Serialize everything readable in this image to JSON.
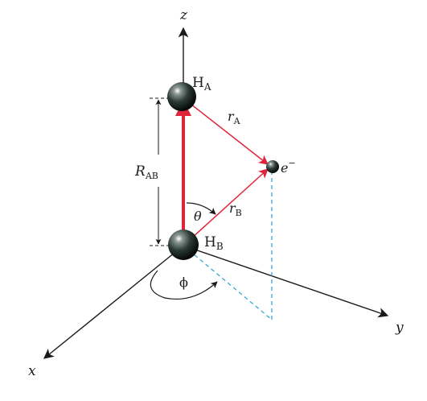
{
  "labels": {
    "z_axis": "z",
    "x_axis": "x",
    "y_axis": "y",
    "atom_a": "H",
    "atom_a_sub": "A",
    "atom_b": "H",
    "atom_b_sub": "B",
    "electron": "e",
    "electron_sup": "−",
    "ra": "r",
    "ra_sub": "A",
    "rb": "r",
    "rb_sub": "B",
    "rab": "R",
    "rab_sub": "AB",
    "theta": "θ",
    "phi": "ϕ"
  },
  "colors": {
    "bond": "#e0243c",
    "axis": "#1a1a1a",
    "projection": "#2a9fd6",
    "atom": "#2b3a36"
  }
}
